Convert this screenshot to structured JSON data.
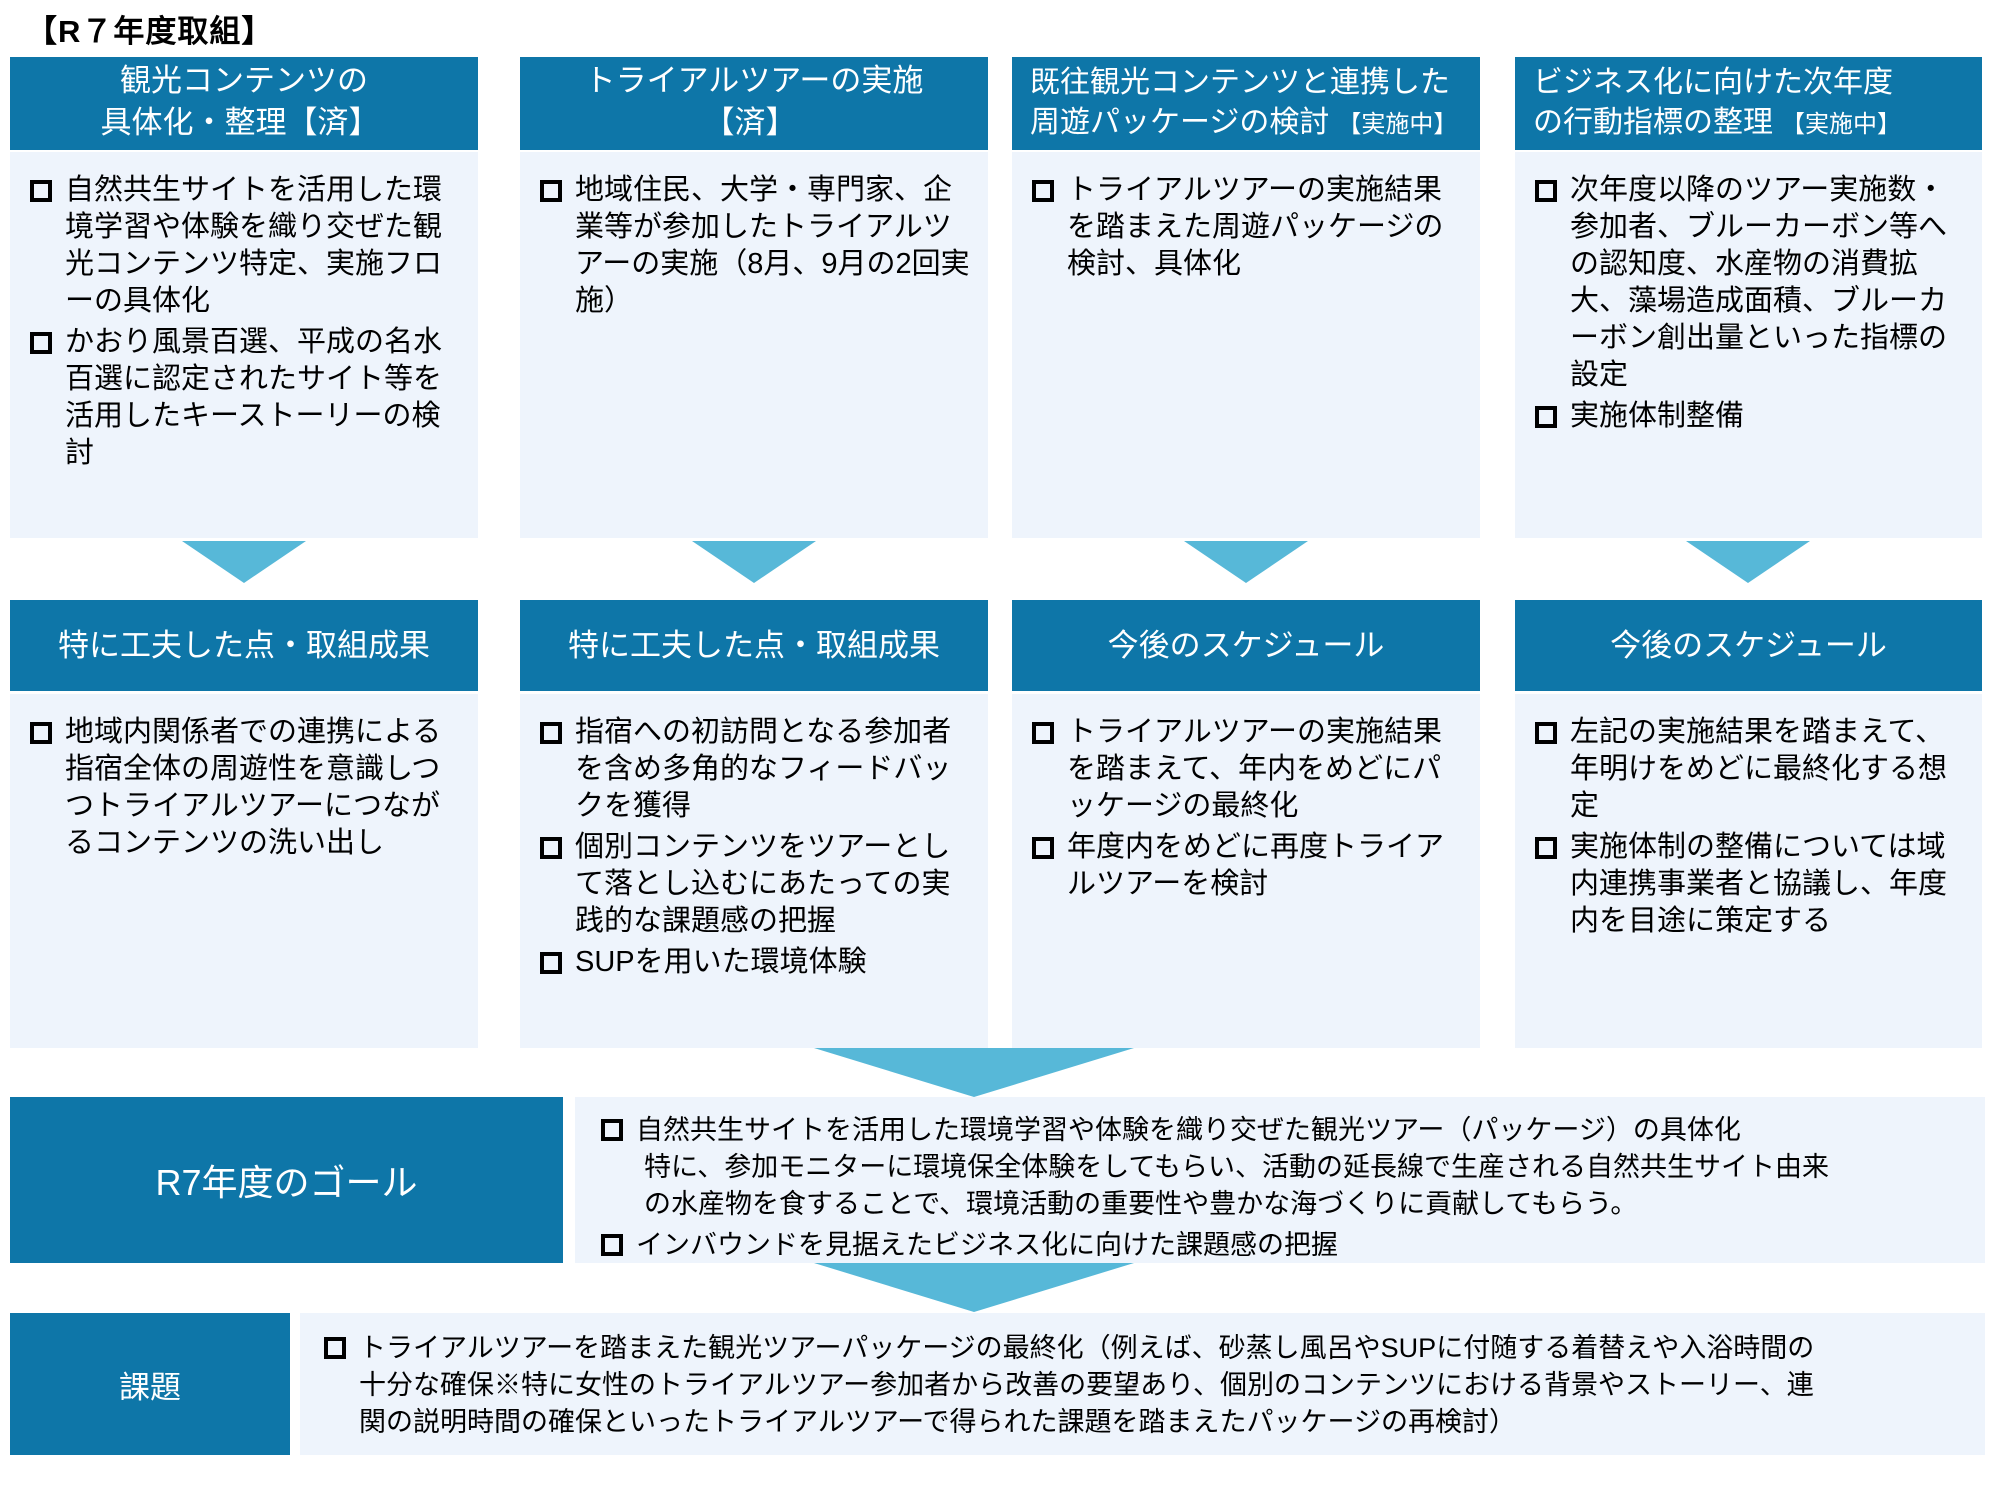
{
  "title": "【R７年度取組】",
  "colors": {
    "header_blue": "#0E76A8",
    "arrow_teal": "#57B8D8",
    "panel_bg": "#EEF4FC",
    "text_black": "#000000"
  },
  "columns": [
    {
      "top_header": "観光コンテンツの\n具体化・整理【済】",
      "top_header_status": "",
      "top_items": [
        "自然共生サイトを活用した環境学習や体験を織り交ぜた観光コンテンツ特定、実施フローの具体化",
        "かおり風景百選、平成の名水百選に認定されたサイト等を活用したキーストーリーの検討"
      ],
      "bottom_header": "特に工夫した点・取組成果",
      "bottom_items": [
        "地域内関係者での連携による指宿全体の周遊性を意識しつつトライアルツアーにつながるコンテンツの洗い出し"
      ]
    },
    {
      "top_header": "トライアルツアーの実施\n【済】",
      "top_header_status": "",
      "top_items": [
        "地域住民、大学・専門家、企業等が参加したトライアルツアーの実施（8月、9月の2回実施）"
      ],
      "bottom_header": "特に工夫した点・取組成果",
      "bottom_items": [
        "指宿への初訪問となる参加者を含め多角的なフィードバックを獲得",
        "個別コンテンツをツアーとして落とし込むにあたっての実践的な課題感の把握",
        "SUPを用いた環境体験"
      ]
    },
    {
      "top_header": "既往観光コンテンツと連携した\n周遊パッケージの検討",
      "top_header_status": "【実施中】",
      "top_items": [
        "トライアルツアーの実施結果を踏まえた周遊パッケージの検討、具体化"
      ],
      "bottom_header": "今後のスケジュール",
      "bottom_items": [
        "トライアルツアーの実施結果を踏まえて、年内をめどにパッケージの最終化",
        "年度内をめどに再度トライアルツアーを検討"
      ]
    },
    {
      "top_header": "ビジネス化に向けた次年度\nの行動指標の整理",
      "top_header_status": "【実施中】",
      "top_items": [
        "次年度以降のツアー実施数・参加者、ブルーカーボン等への認知度、水産物の消費拡大、藻場造成面積、ブルーカーボン創出量といった指標の設定",
        "実施体制整備"
      ],
      "bottom_header": "今後のスケジュール",
      "bottom_items": [
        "左記の実施結果を踏まえて、年明けをめどに最終化する想定",
        "実施体制の整備については域内連携事業者と協議し、年度内を目途に策定する"
      ]
    }
  ],
  "goal": {
    "label": "R7年度のゴール",
    "item1": "自然共生サイトを活用した環境学習や体験を織り交ぜた観光ツアー（パッケージ）の具体化",
    "item1_sub": "特に、参加モニターに環境保全体験をしてもらい、活動の延長線で生産される自然共生サイト由来\nの水産物を食することで、環境活動の重要性や豊かな海づくりに貢献してもらう。",
    "item2": "インバウンドを見据えたビジネス化に向けた課題感の把握"
  },
  "issues": {
    "label": "課題",
    "text": "トライアルツアーを踏まえた観光ツアーパッケージの最終化（例えば、砂蒸し風呂やSUPに付随する着替えや入浴時間の\n十分な確保※特に女性のトライアルツアー参加者から改善の要望あり、個別のコンテンツにおける背景やストーリー、連\n関の説明時間の確保といったトライアルツアーで得られた課題を踏まえたパッケージの再検討）"
  }
}
